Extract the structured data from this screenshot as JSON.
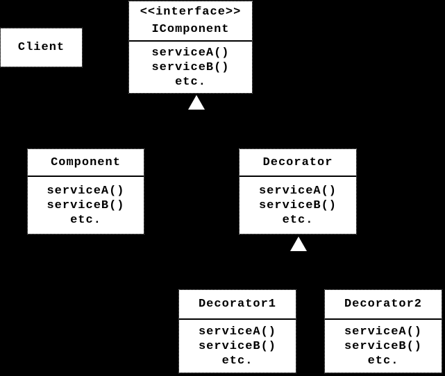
{
  "diagram": {
    "type": "uml-class-diagram",
    "colors": {
      "background": "#000000",
      "box_fill": "#ffffff",
      "text": "#000000",
      "separator": "#000000",
      "arrowhead": "#ffffff"
    },
    "classes": [
      {
        "name": "Client",
        "stereotype": "",
        "methods": []
      },
      {
        "name": "IComponent",
        "stereotype": "<<interface>>",
        "methods": [
          "serviceA()",
          "serviceB()",
          "etc."
        ]
      },
      {
        "name": "Component",
        "stereotype": "",
        "methods": [
          "serviceA()",
          "serviceB()",
          "etc."
        ]
      },
      {
        "name": "Decorator",
        "stereotype": "",
        "methods": [
          "serviceA()",
          "serviceB()",
          "etc."
        ]
      },
      {
        "name": "Decorator1",
        "stereotype": "",
        "methods": [
          "serviceA()",
          "serviceB()",
          "etc."
        ]
      },
      {
        "name": "Decorator2",
        "stereotype": "",
        "methods": [
          "serviceA()",
          "serviceB()",
          "etc."
        ]
      }
    ],
    "arrowheads": [
      {
        "points_to": "IComponent",
        "direction": "up",
        "style": "filled-white-triangle"
      },
      {
        "points_to": "Decorator",
        "direction": "up",
        "style": "filled-white-triangle"
      }
    ]
  }
}
